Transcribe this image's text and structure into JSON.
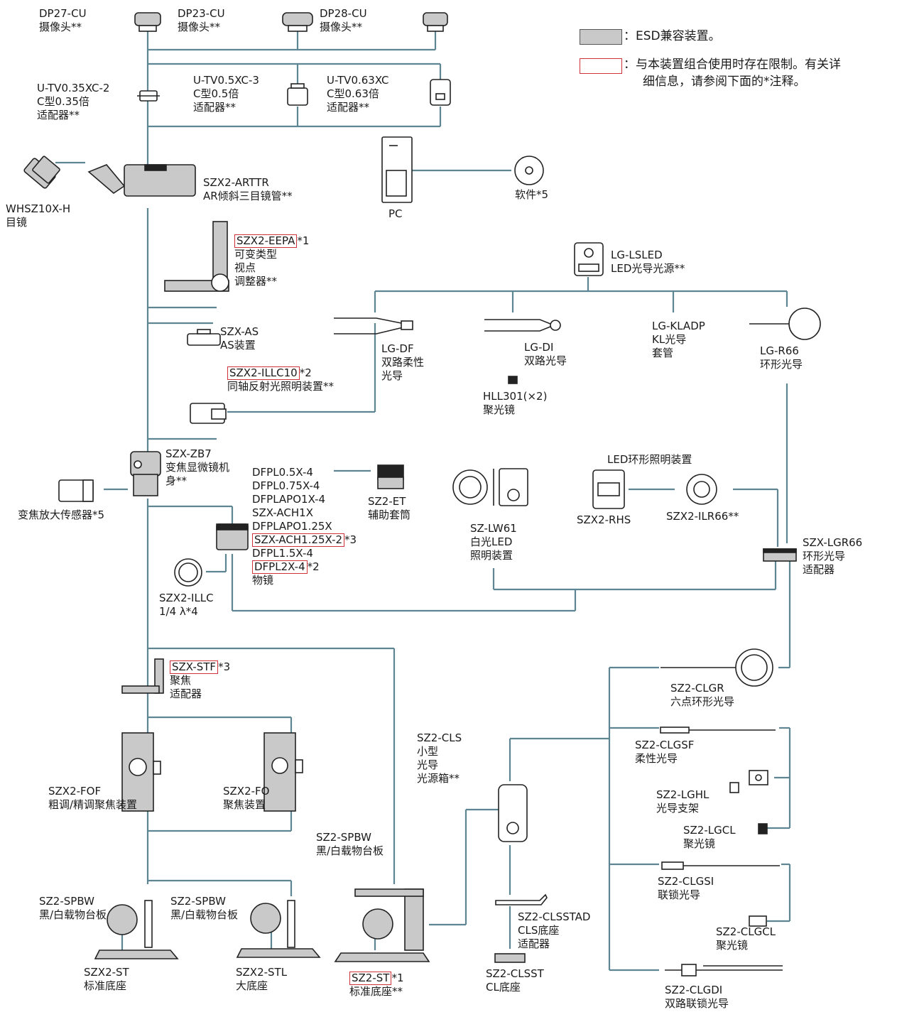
{
  "legend": {
    "esd": "：ESD兼容装置。",
    "limit_line1": "：与本装置组合使用时存在限制。有关详",
    "limit_line2": "细信息，请参阅下面的*注释。"
  },
  "cameras": {
    "dp27": [
      "DP27-CU",
      "摄像头**"
    ],
    "dp23": [
      "DP23-CU",
      "摄像头**"
    ],
    "dp28": [
      "DP28-CU",
      "摄像头**"
    ]
  },
  "adapters": {
    "tv035": [
      "U-TV0.35XC-2",
      "C型0.35倍",
      "适配器**"
    ],
    "tv05": [
      "U-TV0.5XC-3",
      "C型0.5倍",
      "适配器**"
    ],
    "tv063": [
      "U-TV0.63XC",
      "C型0.63倍",
      "适配器**"
    ]
  },
  "eyepiece": [
    "WHSZ10X-H",
    "目镜"
  ],
  "tube": [
    "SZX2-ARTTR",
    "AR倾斜三目镜管**"
  ],
  "pc": "PC",
  "software": "软件*5",
  "eepa": {
    "code": "SZX2-EEPA",
    "note": "*1",
    "lines": [
      "可变类型",
      "视点",
      "调整器**"
    ]
  },
  "as_unit": [
    "SZX-AS",
    "AS装置"
  ],
  "illc10": {
    "code": "SZX2-ILLC10",
    "note": "*2",
    "desc": "同轴反射光照明装置**"
  },
  "zoom_body": [
    "SZX-ZB7",
    "变焦显微镜机",
    "身**"
  ],
  "zoom_sensor": "变焦放大传感器*5",
  "objectives": {
    "items": [
      "DFPL0.5X-4",
      "DFPL0.75X-4",
      "DFPLAPO1X-4",
      "SZX-ACH1X",
      "DFPLAPO1.25X"
    ],
    "ach125": {
      "code": "SZX-ACH1.25X-2",
      "note": "*3"
    },
    "dfpl15": "DFPL1.5X-4",
    "dfpl2": {
      "code": "DFPL2X-4",
      "note": "*2"
    },
    "label": "物镜"
  },
  "illc_lambda": [
    "SZX2-ILLC",
    "1/4 λ*4"
  ],
  "et": [
    "SZ2-ET",
    "辅助套筒"
  ],
  "lsled": [
    "LG-LSLED",
    "LED光导光源**"
  ],
  "lgdf": [
    "LG-DF",
    "双路柔性",
    "光导"
  ],
  "lgdi": [
    "LG-DI",
    "双路光导"
  ],
  "hll": [
    "HLL301(×2)",
    "聚光镜"
  ],
  "kladp": [
    "LG-KLADP",
    "KL光导",
    "套管"
  ],
  "r66": [
    "LG-R66",
    "环形光导"
  ],
  "lw61": [
    "SZ-LW61",
    "白光LED",
    "照明装置"
  ],
  "led_ring_title": "LED环形照明装置",
  "rhs": "SZX2-RHS",
  "ilr66": "SZX2-ILR66**",
  "lgr66": [
    "SZX-LGR66",
    "环形光导",
    "适配器"
  ],
  "stf": {
    "code": "SZX-STF",
    "note": "*3",
    "lines": [
      "聚焦",
      "适配器"
    ]
  },
  "fof": [
    "SZX2-FOF",
    "粗调/精调聚焦装置"
  ],
  "fo": [
    "SZX2-FO",
    "聚焦装置"
  ],
  "spbw_mid": [
    "SZ2-SPBW",
    "黑/白载物台板"
  ],
  "spbw_left": [
    "SZ2-SPBW",
    "黑/白载物台板"
  ],
  "spbw_center": [
    "SZ2-SPBW",
    "黑/白载物台板"
  ],
  "st_left": [
    "SZX2-ST",
    "标准底座"
  ],
  "stl": [
    "SZX2-STL",
    "大底座"
  ],
  "st_main": {
    "code": "SZ2-ST",
    "note": "*1",
    "desc": "标准底座**"
  },
  "cls": [
    "SZ2-CLS",
    "小型",
    "光导",
    "光源箱**"
  ],
  "clsstad": [
    "SZ2-CLSSTAD",
    "CLS底座",
    "适配器"
  ],
  "clsst": [
    "SZ2-CLSST",
    "CL底座"
  ],
  "clgr": [
    "SZ2-CLGR",
    "六点环形光导"
  ],
  "clgsf": [
    "SZ2-CLGSF",
    "柔性光导"
  ],
  "lghl": [
    "SZ2-LGHL",
    "光导支架"
  ],
  "lgcl": [
    "SZ2-LGCL",
    "聚光镜"
  ],
  "clgsi": [
    "SZ2-CLGSI",
    "联锁光导"
  ],
  "clgcl": [
    "SZ2-CLGCL",
    "聚光镜"
  ],
  "clgdi": [
    "SZ2-CLGDI",
    "双路联锁光导"
  ],
  "colors": {
    "wire": "#5d8592",
    "device": "#222222",
    "esd_fill": "#c9c9c9",
    "limit_box": "#d0323c"
  }
}
